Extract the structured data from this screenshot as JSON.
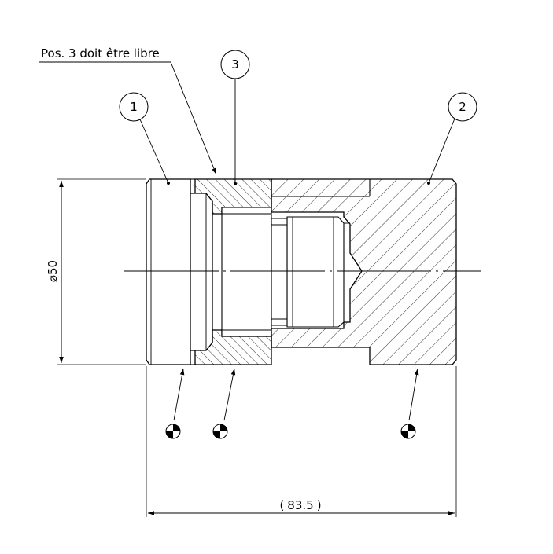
{
  "drawing": {
    "note_text": "Pos. 3 doit être libre",
    "balloons": [
      {
        "label": "1"
      },
      {
        "label": "2"
      },
      {
        "label": "3"
      }
    ],
    "diameter_symbol": "⌀",
    "diameter_value": "50",
    "length_value": "83.5",
    "paren_open": "(",
    "paren_close": ")",
    "centre_of_gravity_symbols": 3,
    "colors": {
      "line": "#000000",
      "background": "#ffffff"
    }
  }
}
